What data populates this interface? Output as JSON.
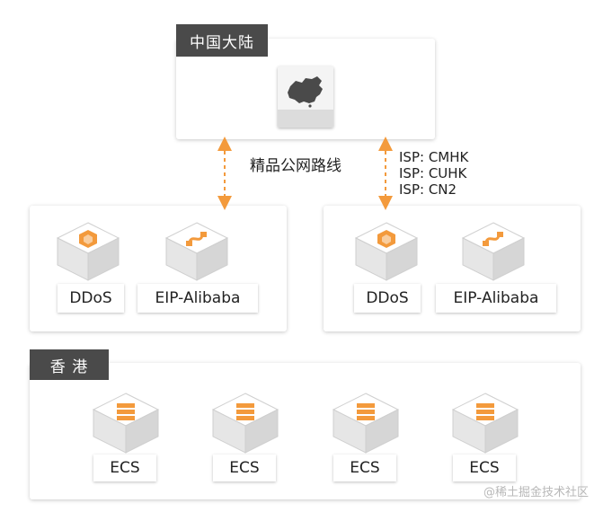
{
  "regions": {
    "mainland": {
      "tag": "中国大陆",
      "map_icon": "china-map-icon"
    },
    "hongkong": {
      "tag": "香 港"
    }
  },
  "links": {
    "premium_route_label": "精品公网路线",
    "isp_lines": [
      "ISP: CMHK",
      "ISP: CUHK",
      "ISP: CN2"
    ]
  },
  "groups": [
    {
      "nodes": [
        {
          "label": "DDoS",
          "icon": "hexagon-shield-icon"
        },
        {
          "label": "EIP-Alibaba",
          "icon": "plug-cable-icon"
        }
      ]
    },
    {
      "nodes": [
        {
          "label": "DDoS",
          "icon": "hexagon-shield-icon"
        },
        {
          "label": "EIP-Alibaba",
          "icon": "plug-cable-icon"
        }
      ]
    }
  ],
  "ecs_nodes": [
    {
      "label": "ECS",
      "icon": "server-stack-icon"
    },
    {
      "label": "ECS",
      "icon": "server-stack-icon"
    },
    {
      "label": "ECS",
      "icon": "server-stack-icon"
    },
    {
      "label": "ECS",
      "icon": "server-stack-icon"
    }
  ],
  "colors": {
    "accent": "#f39a3c",
    "tag_bg": "#4a4a4a",
    "watermark": "#b8b8b8"
  },
  "watermark": "@稀土掘金技术社区"
}
